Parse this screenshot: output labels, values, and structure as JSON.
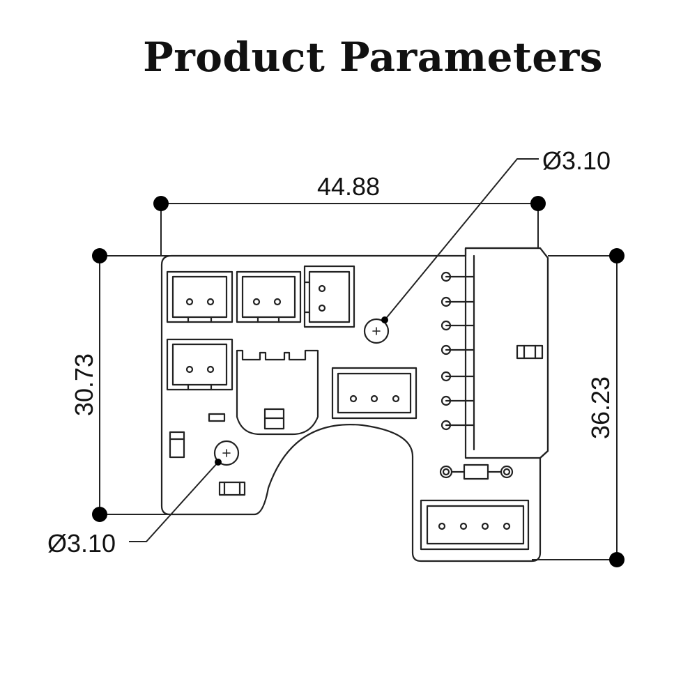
{
  "title": "Product Parameters",
  "dimensions": {
    "width": "44.88",
    "left_height": "30.73",
    "right_height": "36.23",
    "hole_top": "Ø3.10",
    "hole_bottom": "Ø3.10"
  },
  "colors": {
    "line": "#222222",
    "dot": "#000000",
    "background": "#ffffff"
  }
}
